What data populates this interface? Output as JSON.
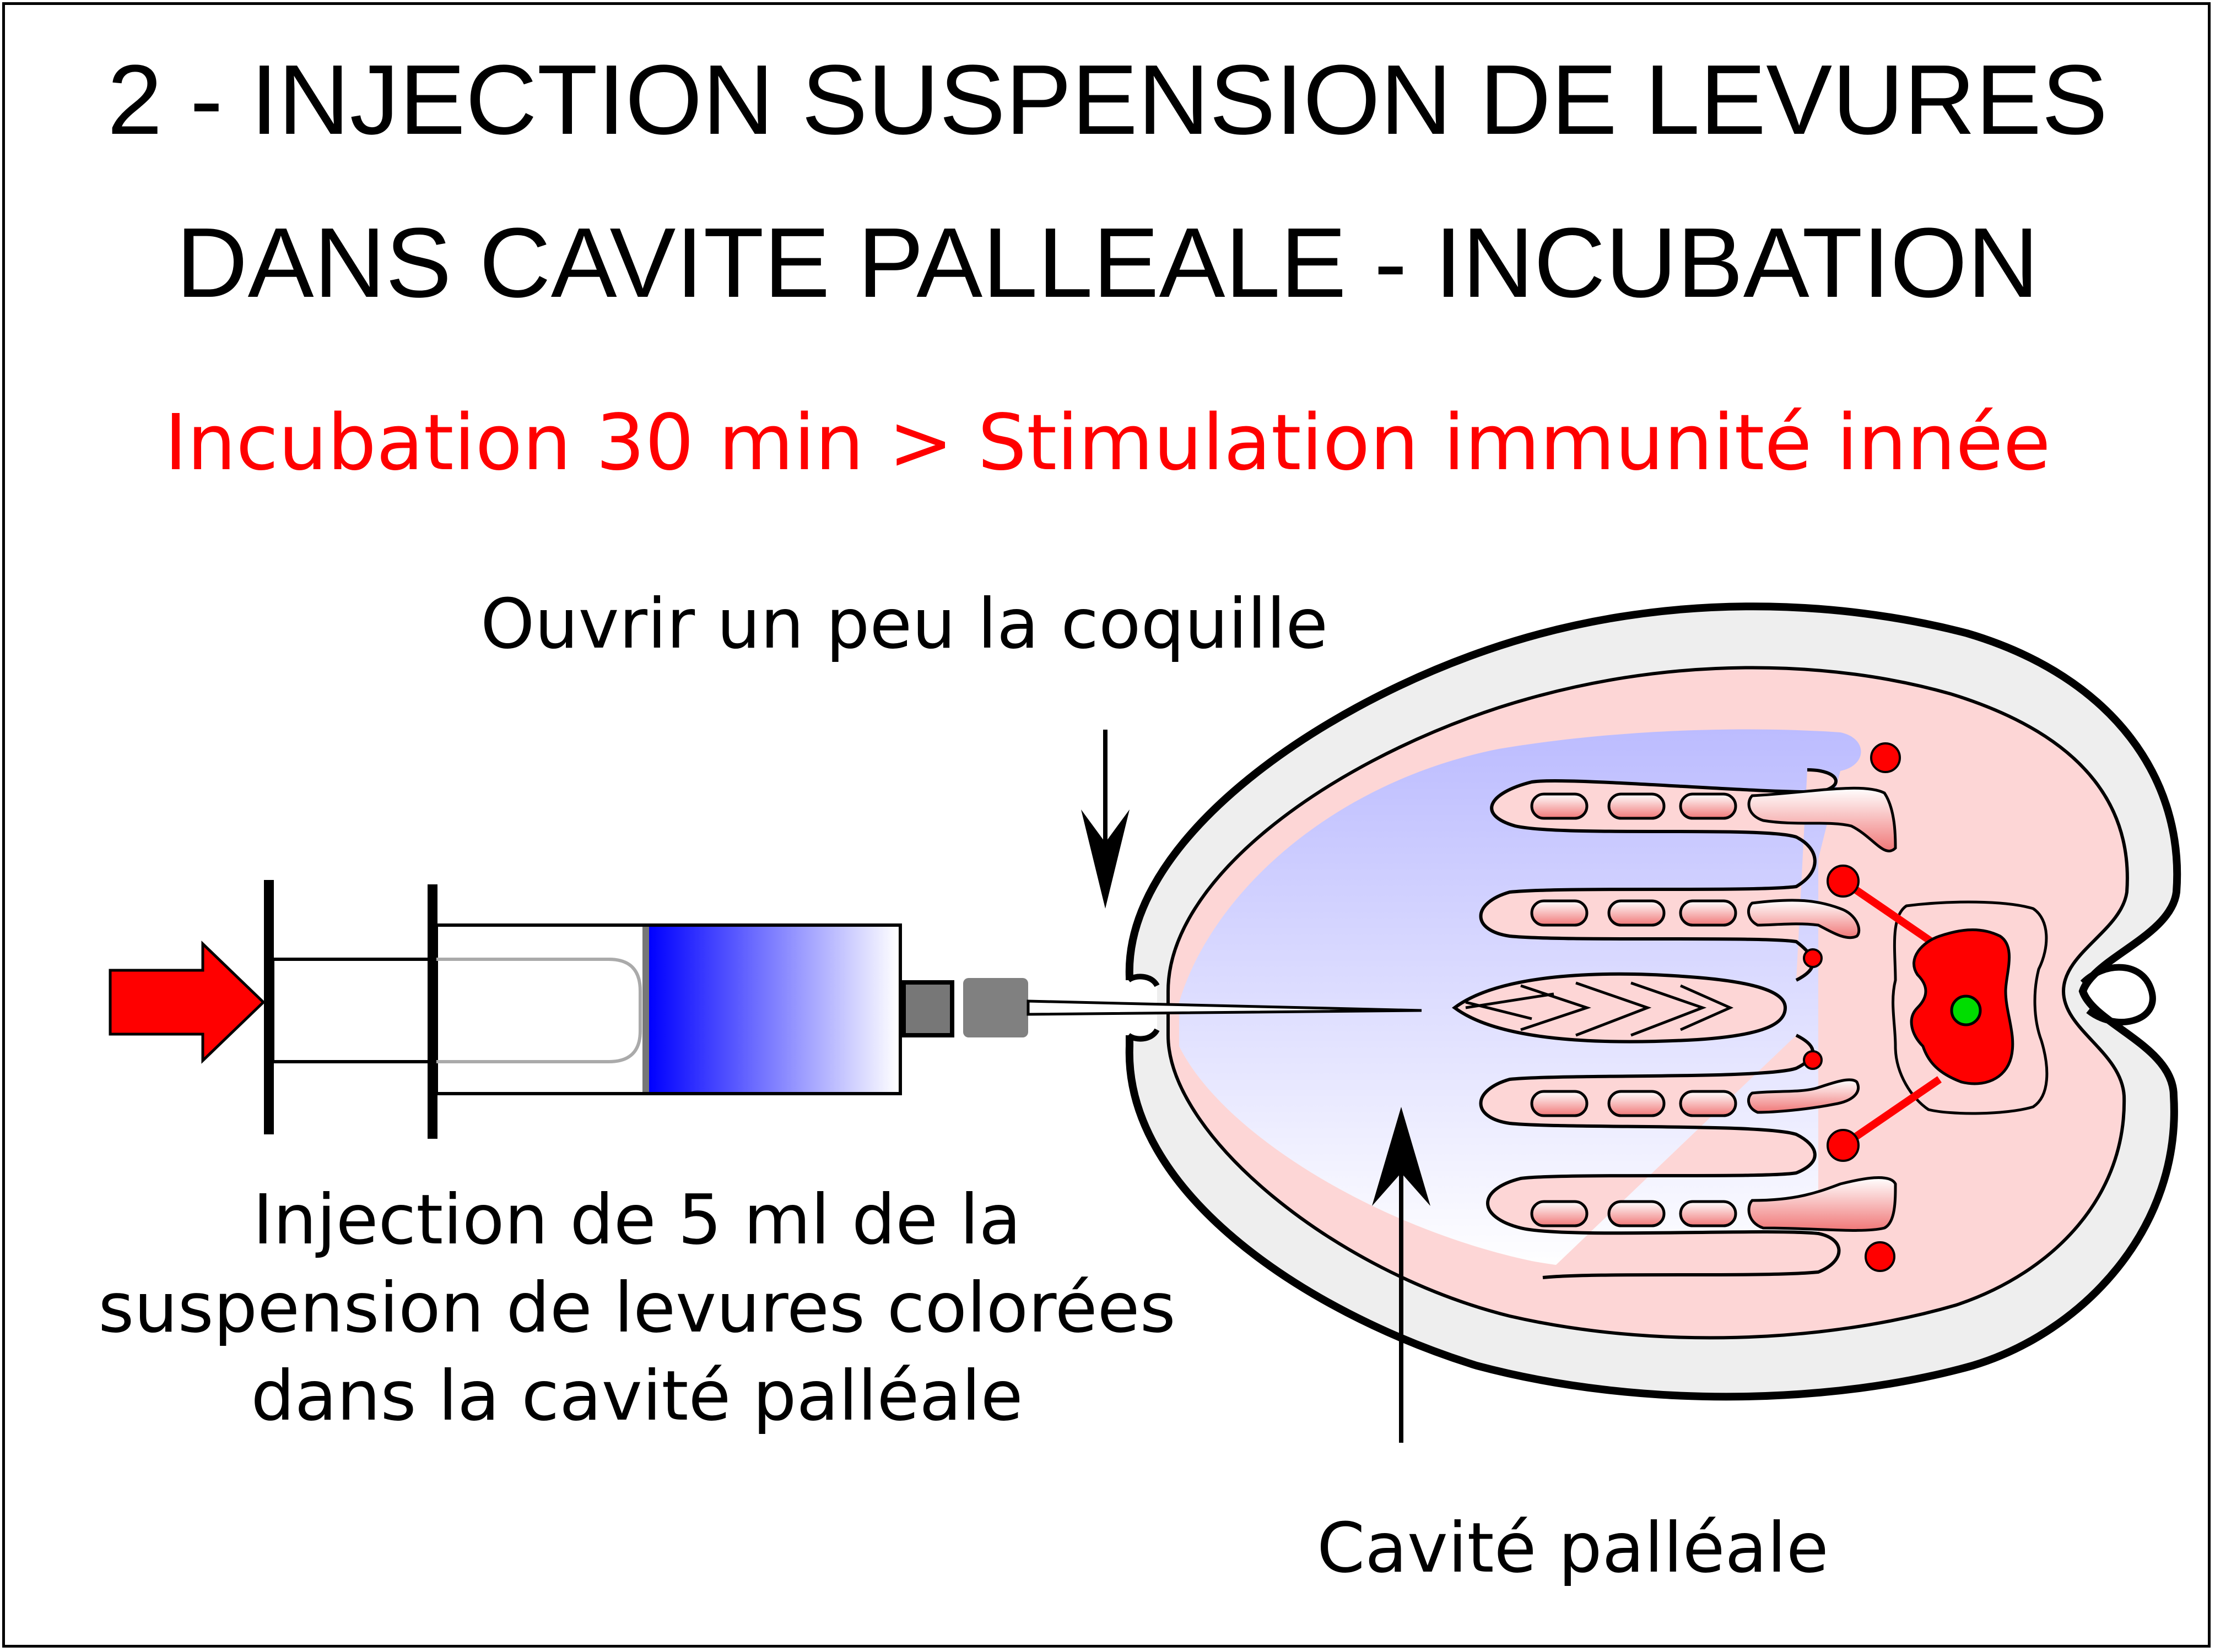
{
  "title": {
    "line1": "2 - INJECTION SUSPENSION DE LEVURES",
    "line2": "DANS CAVITE PALLEALE - INCUBATION"
  },
  "subtitle": "Incubation 30 min > Stimulation immunité innée",
  "labels": {
    "open_shell": "Ouvrir un peu la coquille",
    "injection_line1": "Injection de 5 ml de la",
    "injection_line2": "suspension de levures colorées",
    "injection_line3": "dans la cavité palléale",
    "pallial_cavity": "Cavité palléale"
  },
  "colors": {
    "subtitle": "#ff0000",
    "arrow": "#ff0000",
    "liquid": "#0000ff",
    "cavity": "#c8c8ff",
    "tissue": "#fdd5d5",
    "hemocyte": "#ff0000",
    "nucleus": "#00dd00",
    "shell": "#eeeeee"
  }
}
